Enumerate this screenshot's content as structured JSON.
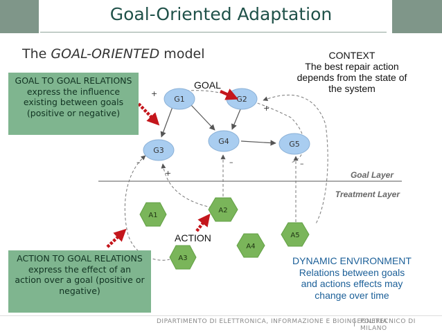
{
  "header": {
    "title": "Goal-Oriented Adaptation",
    "subtitle_prefix": "The ",
    "subtitle_em": "GOAL-ORIENTED",
    "subtitle_suffix": " model"
  },
  "context": {
    "title": "CONTEXT",
    "line1": "The best repair action",
    "line2": "depends from the state of",
    "line3": "the system"
  },
  "goal_relations_box": {
    "line1": "GOAL TO GOAL RELATIONS",
    "line2": "express the influence",
    "line3": "existing between goals",
    "line4": "(positive or negative)"
  },
  "action_relations_box": {
    "line1": "ACTION TO GOAL RELATIONS",
    "line2": "express the effect of an",
    "line3": "action over a goal (positive or",
    "line4": "negative)"
  },
  "dynamic": {
    "line1": "DYNAMIC ENVIRONMENT",
    "line2": "Relations between goals",
    "line3": "and actions effects may",
    "line4": "change over time"
  },
  "diagram": {
    "goal_label": "GOAL",
    "action_label": "ACTION",
    "goal_layer": "Goal Layer",
    "treatment_layer": "Treatment Layer",
    "goals": [
      "G1",
      "G2",
      "G3",
      "G4",
      "G5"
    ],
    "actions": [
      "A1",
      "A2",
      "A3",
      "A4",
      "A5"
    ],
    "plus": "+",
    "minus": "–"
  },
  "footer": {
    "department": "DIPARTIMENTO DI ELETTRONICA, INFORMAZIONE E BIOINGEGNERIA",
    "university": "POLITECNICO DI MILANO"
  },
  "colors": {
    "header_bar": "#7f9689",
    "title": "#1f5149",
    "goal_node": "#a9cdf0",
    "action_node": "#7ab55a",
    "callout_box": "#7fb58f",
    "arrow_red": "#c4161c",
    "dynamic_text": "#1b5f98"
  }
}
